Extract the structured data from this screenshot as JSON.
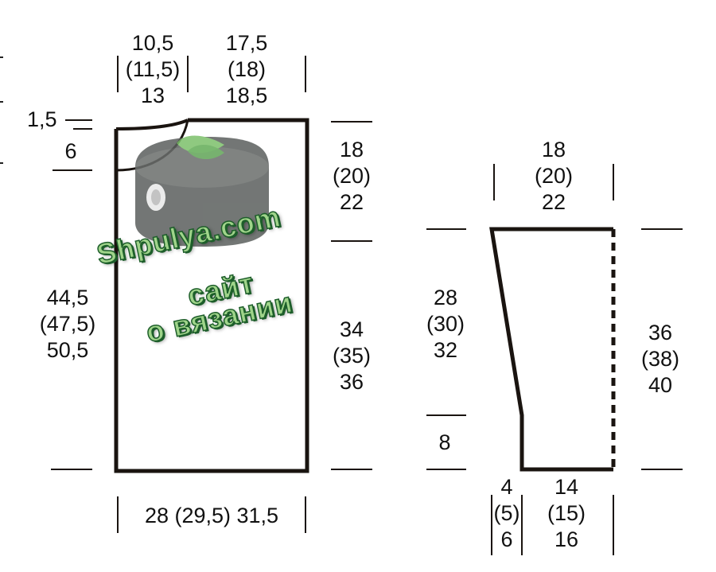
{
  "body_piece": {
    "top_left": [
      "10,5",
      "(11,5)",
      "13"
    ],
    "top_right": [
      "17,5",
      "(18)",
      "18,5"
    ],
    "neck_drop_top": "1,5",
    "neck_drop": "6",
    "left_side": [
      "44,5",
      "(47,5)",
      "50,5"
    ],
    "right_upper": [
      "18",
      "(20)",
      "22"
    ],
    "right_lower": [
      "34",
      "(35)",
      "36"
    ],
    "bottom": "28 (29,5) 31,5"
  },
  "sleeve_piece": {
    "top": [
      "18",
      "(20)",
      "22"
    ],
    "left_upper": [
      "28",
      "(30)",
      "32"
    ],
    "left_lower": "8",
    "right": [
      "36",
      "(38)",
      "40"
    ],
    "bottom_left": [
      "4",
      "(5)",
      "6"
    ],
    "bottom_right": [
      "14",
      "(15)",
      "16"
    ]
  },
  "watermark": {
    "line1": "Shpulya.com",
    "line2": "сайт",
    "line3": "о вязании"
  },
  "colors": {
    "outline": "#1a1410",
    "text": "#111111",
    "watermark_fill": "#9fd48a",
    "watermark_stroke": "#1d5e2a",
    "spool": "#5b5f5d"
  }
}
